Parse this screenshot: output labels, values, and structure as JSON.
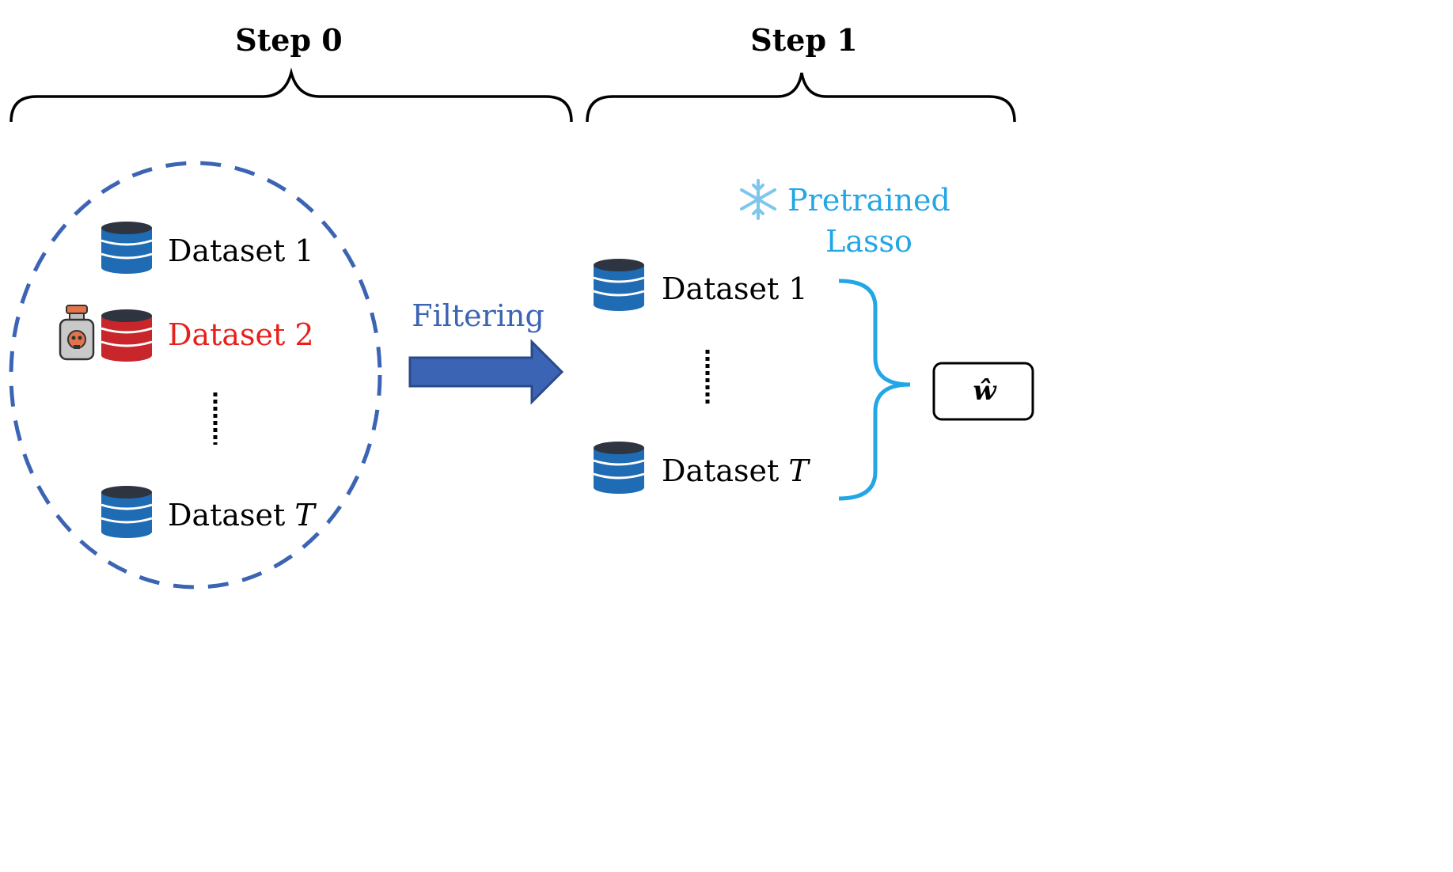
{
  "steps": {
    "step0": "Step 0",
    "step1": "Step 1"
  },
  "left_group": {
    "datasets": [
      {
        "prefix": "Dataset ",
        "index": "1",
        "italic": false,
        "poisoned": false
      },
      {
        "prefix": "Dataset ",
        "index": "2",
        "italic": false,
        "poisoned": true
      },
      {
        "prefix": "Dataset ",
        "index": "T",
        "italic": true,
        "poisoned": false
      }
    ]
  },
  "arrow_label": "Filtering",
  "right_group": {
    "method_line1": "Pretrained",
    "method_line2": "Lasso",
    "datasets": [
      {
        "prefix": "Dataset ",
        "index": "1",
        "italic": false
      },
      {
        "prefix": "Dataset ",
        "index": "T",
        "italic": true
      }
    ]
  },
  "output": {
    "symbol": "ŵ"
  },
  "colors": {
    "db_blue": "#1f6bb4",
    "db_red": "#c8262a",
    "db_top": "#2e3440",
    "dash_circle": "#3c64b4",
    "arrow_fill": "#3c64b4",
    "arrow_stroke": "#2a4a8a",
    "lasso": "#22a6e6",
    "poison_cap": "#e2734a",
    "poison_label": "#e2734a",
    "snowflake": "#7fc6ec"
  },
  "icons": {
    "database": "database-icon",
    "poison": "poison-bottle-icon",
    "snowflake": "snowflake-icon"
  }
}
